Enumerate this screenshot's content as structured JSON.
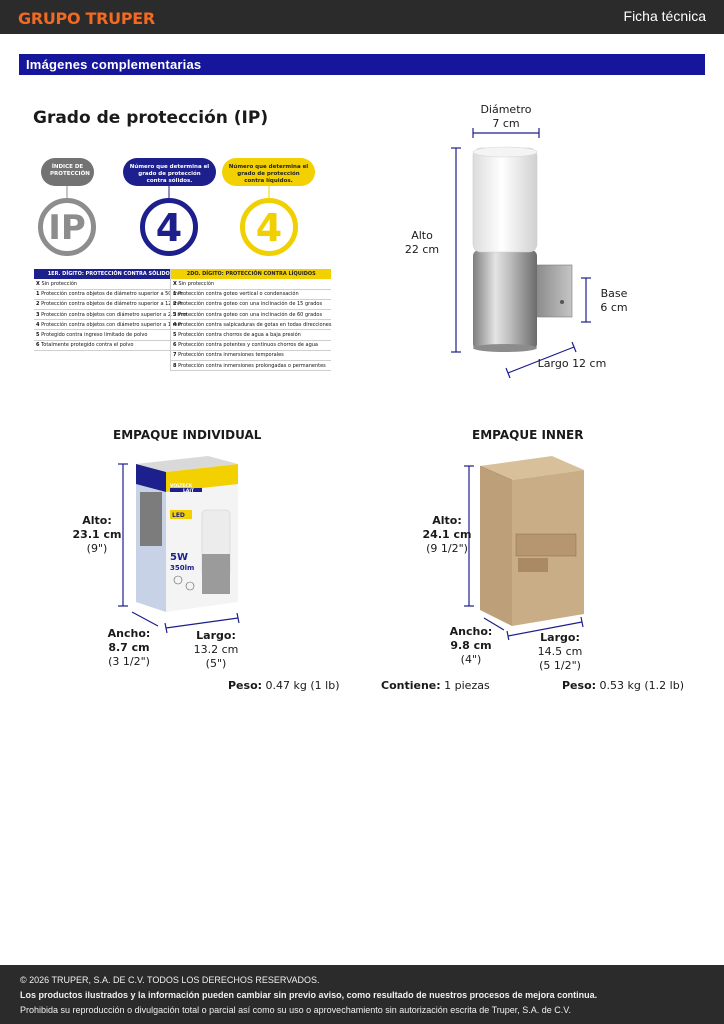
{
  "header": {
    "brand": "GRUPO TRUPER",
    "doc_type": "Ficha técnica"
  },
  "section": {
    "title": "Imágenes complementarias"
  },
  "ip": {
    "title": "Grado de protección (IP)",
    "index_label": "ÍNDICE DE PROTECCIÓN",
    "solid_caption": "Número que determina el grado de protección contra sólidos.",
    "liquid_caption": "Número que determina el grado de protección contra líquidos.",
    "code_letters": "IP",
    "solid_digit": "4",
    "liquid_digit": "4",
    "solid_header": "1ER. DÍGITO: PROTECCIÓN CONTRA SÓLIDOS",
    "liquid_header": "2DO. DÍGITO: PROTECCIÓN CONTRA LÍQUIDOS",
    "solid_rows": [
      {
        "code": "X",
        "text": "Sin protección"
      },
      {
        "code": "1",
        "text": "Protección contra objetos de diámetro superior a 50 mm"
      },
      {
        "code": "2",
        "text": "Protección contra objetos de diámetro superior a 12 mm"
      },
      {
        "code": "3",
        "text": "Protección contra objetos con diámetro superior a 2.5 mm"
      },
      {
        "code": "4",
        "text": "Protección contra objetos con diámetro superior a 1 mm"
      },
      {
        "code": "5",
        "text": "Protegido contra ingreso limitado de polvo"
      },
      {
        "code": "6",
        "text": "Totalmente protegido contra el polvo"
      }
    ],
    "liquid_rows": [
      {
        "code": "X",
        "text": "Sin protección"
      },
      {
        "code": "1",
        "text": "Protección contra goteo vertical o condensación"
      },
      {
        "code": "2",
        "text": "Protección contra goteo con una inclinación de 15 grados"
      },
      {
        "code": "3",
        "text": "Protección contra goteo con una inclinación de 60 grados"
      },
      {
        "code": "4",
        "text": "Protección contra salpicaduras de gotas en todas direcciones"
      },
      {
        "code": "5",
        "text": "Protección contra chorros de agua a baja presión"
      },
      {
        "code": "6",
        "text": "Protección contra potentes y continuos chorros de agua"
      },
      {
        "code": "7",
        "text": "Protección contra inmersiones temporales"
      },
      {
        "code": "8",
        "text": "Protección contra inmersiones prolongadas o permanentes"
      }
    ]
  },
  "product": {
    "diametro_label": "Diámetro",
    "diametro_value": "7 cm",
    "alto_label": "Alto",
    "alto_value": "22 cm",
    "base_label": "Base",
    "base_value": "6 cm",
    "largo": "Largo 12 cm"
  },
  "individual": {
    "title": "EMPAQUE INDIVIDUAL",
    "alto_label": "Alto:",
    "alto_cm": "23.1 cm",
    "alto_in": "(9\")",
    "ancho_label": "Ancho:",
    "ancho_cm": "8.7 cm",
    "ancho_in": "(3 1/2\")",
    "largo_label": "Largo:",
    "largo_cm": "13.2 cm",
    "largo_in": "(5\")",
    "peso_label": "Peso:",
    "peso_value": "0.47 kg (1 lb)",
    "box_brand": "VOLTECK",
    "box_model": "LAIT",
    "box_watts": "5W",
    "box_lumens": "350lm",
    "box_led": "LED"
  },
  "inner": {
    "title": "EMPAQUE INNER",
    "alto_label": "Alto:",
    "alto_cm": "24.1 cm",
    "alto_in": "(9 1/2\")",
    "ancho_label": "Ancho:",
    "ancho_cm": "9.8 cm",
    "ancho_in": "(4\")",
    "largo_label": "Largo:",
    "largo_cm": "14.5 cm",
    "largo_in": "(5 1/2\")",
    "contiene_label": "Contiene:",
    "contiene_value": "1 piezas",
    "peso_label": "Peso:",
    "peso_value": "0.53 kg (1.2 lb)"
  },
  "footer": {
    "copyright": "© 2026 TRUPER, S.A. DE C.V. TODOS LOS DERECHOS RESERVADOS.",
    "notice": "Los productos ilustrados y la información pueden cambiar sin previo aviso, como resultado de nuestros procesos de mejora continua.",
    "legal": "Prohibida su reproducción o divulgación total o parcial así como su uso o aprovechamiento sin autorización escrita de Truper, S.A. de C.V."
  },
  "colors": {
    "brand_orange": "#f26a21",
    "section_blue": "#15169b",
    "ip_blue": "#1d1f8c",
    "ip_yellow": "#f3d100",
    "dark_bar": "#2b2b2b"
  }
}
